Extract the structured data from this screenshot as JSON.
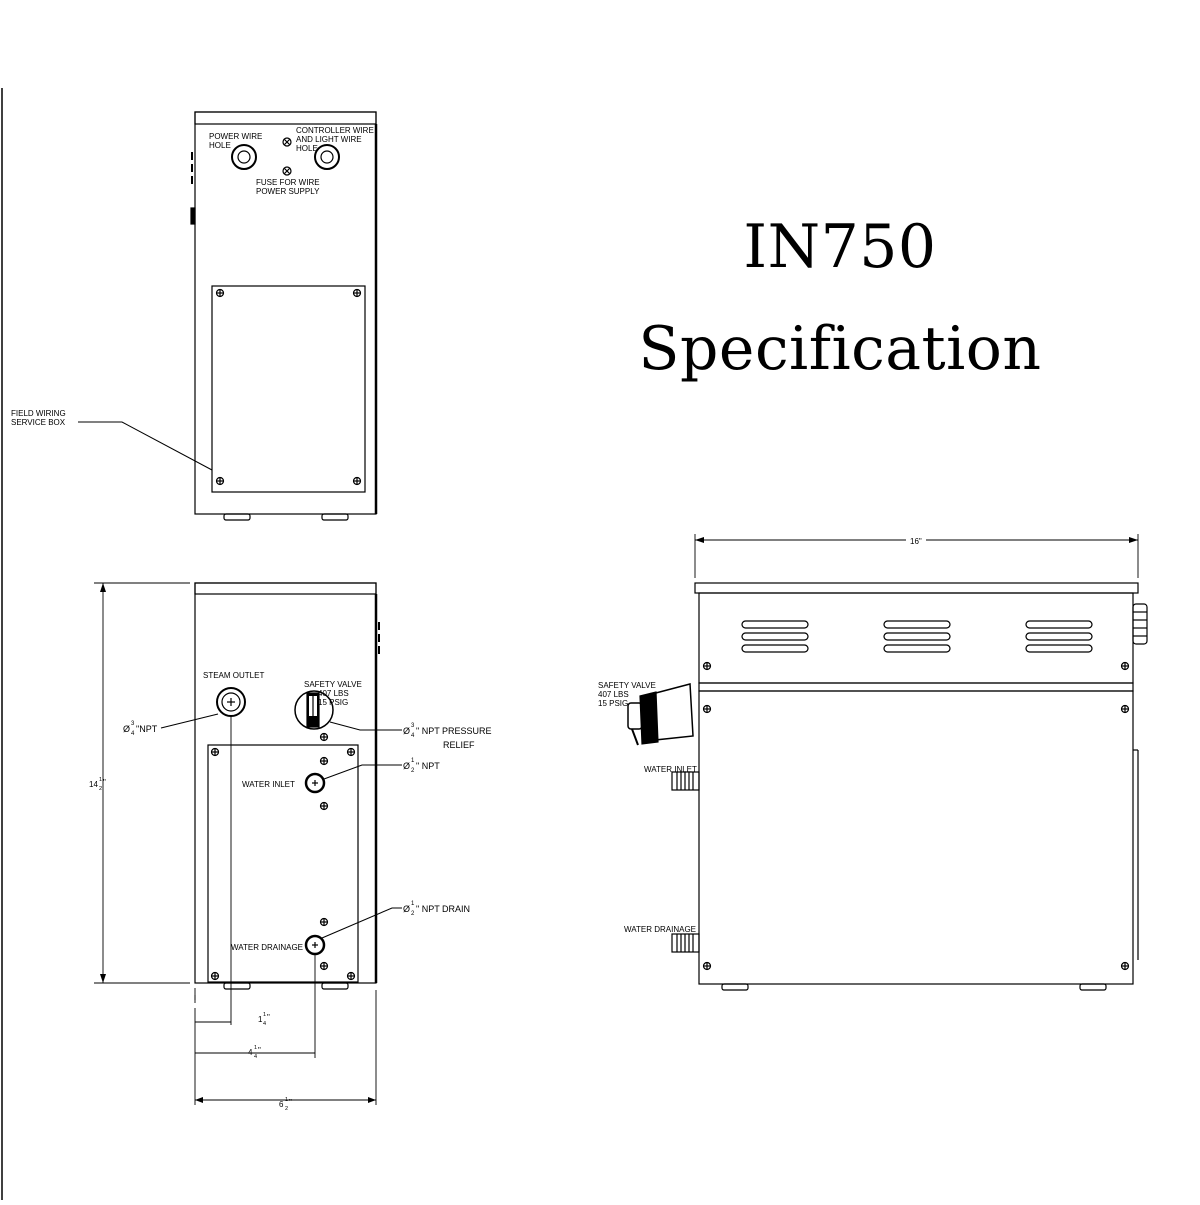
{
  "title_line1": "IN750",
  "title_line2": "Specification",
  "top_view": {
    "power_wire_hole_1": "POWER WIRE",
    "power_wire_hole_2": "HOLE",
    "controller_wire_1": "CONTROLLER WIRE",
    "controller_wire_2": "AND LIGHT WIRE",
    "controller_wire_3": "HOLE",
    "fuse_1": "FUSE FOR WIRE",
    "fuse_2": "POWER SUPPLY",
    "service_box_1": "FIELD WIRING",
    "service_box_2": "SERVICE BOX"
  },
  "front_view": {
    "steam_outlet": "STEAM OUTLET",
    "safety_valve_1": "SAFETY VALVE",
    "safety_valve_2": "407 LBS",
    "safety_valve_3": "15 PSIG",
    "water_inlet": "WATER INLET",
    "water_drainage": "WATER DRAINAGE",
    "steam_npt_prefix": "Ø",
    "steam_npt_num": "3",
    "steam_npt_den": "4",
    "steam_npt_suffix": "\"NPT",
    "relief_prefix": "Ø",
    "relief_num": "3",
    "relief_den": "4",
    "relief_suffix_1": "\" NPT PRESSURE",
    "relief_suffix_2": "RELIEF",
    "inlet_prefix": "Ø",
    "inlet_num": "1",
    "inlet_den": "2",
    "inlet_suffix": "\" NPT",
    "drain_prefix": "Ø",
    "drain_num": "1",
    "drain_den": "2",
    "drain_suffix": "\" NPT DRAIN",
    "height_whole": "14",
    "height_num": "1",
    "height_den": "2",
    "dim_a_whole": "1",
    "dim_a_num": "1",
    "dim_a_den": "4",
    "dim_b_whole": "4",
    "dim_b_num": "1",
    "dim_b_den": "4",
    "width_whole": "6",
    "width_num": "1",
    "width_den": "2",
    "inch": "\""
  },
  "side_view": {
    "width_label": "16\"",
    "safety_valve_1": "SAFETY VALVE",
    "safety_valve_2": "407 LBS",
    "safety_valve_3": "15 PSIG",
    "water_inlet": "WATER INLET",
    "water_drainage": "WATER DRAINAGE"
  }
}
